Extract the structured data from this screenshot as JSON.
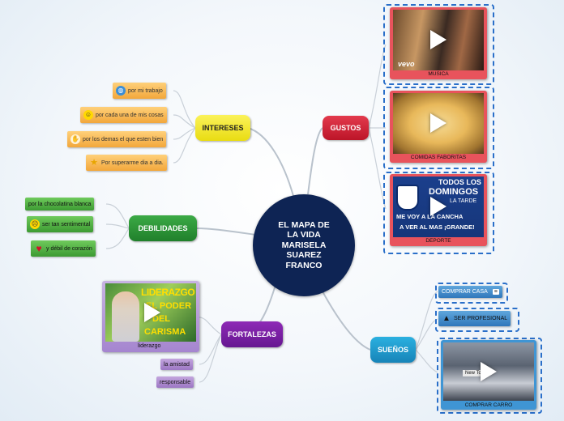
{
  "central": {
    "title": "EL MAPA DE\nLA VIDA\nMARISELA\nSUAREZ\nFRANCO"
  },
  "branches": {
    "intereses": {
      "label": "INTERESES",
      "items": [
        "por mi trabajo",
        "por cada una de mis cosas",
        "por los demas el que esten bien",
        "Por superarme dia a dia."
      ]
    },
    "debilidades": {
      "label": "DEBILIDADES",
      "items": [
        "por la chocolatina blanca",
        "ser tan sentimental",
        "y débil de corazón"
      ]
    },
    "fortalezas": {
      "label": "FORTALEZAS",
      "image_caption": "liderazgo",
      "items": [
        "la amistad",
        "responsable"
      ],
      "poster_text": [
        "LIDERAZGO",
        "EL PODER",
        "DEL",
        "CARISMA"
      ]
    },
    "gustos": {
      "label": "GUSTOS",
      "cards": [
        "MUSICA",
        "COMIDAS FABORITAS",
        "DEPORTE"
      ],
      "vevo": "vevo",
      "deporte_text": [
        "TODOS LOS",
        "DOMINGOS",
        "LA TARDE",
        "ME VOY A LA CANCHA",
        "A VER AL MAS ¡GRANDE!"
      ]
    },
    "suenos": {
      "label": "SUEÑOS",
      "items": [
        "COMPRAR CASA",
        "SER PROFESIONAL"
      ],
      "card_caption": "COMPRAR CARRO",
      "car_plate": "New Tor"
    }
  },
  "colors": {
    "central": "#0e2454",
    "intereses": "#f2e62a",
    "debilidades": "#2e9a3a",
    "fortalezas": "#7b1fa2",
    "gustos": "#d6243a",
    "suenos": "#1f9bd1"
  },
  "icons": [
    "globe-icon",
    "smiley-icon",
    "thumbs-up-icon",
    "star-icon",
    "sad-face-icon",
    "heart-icon",
    "note-icon",
    "graduation-cap-icon",
    "play-icon"
  ]
}
